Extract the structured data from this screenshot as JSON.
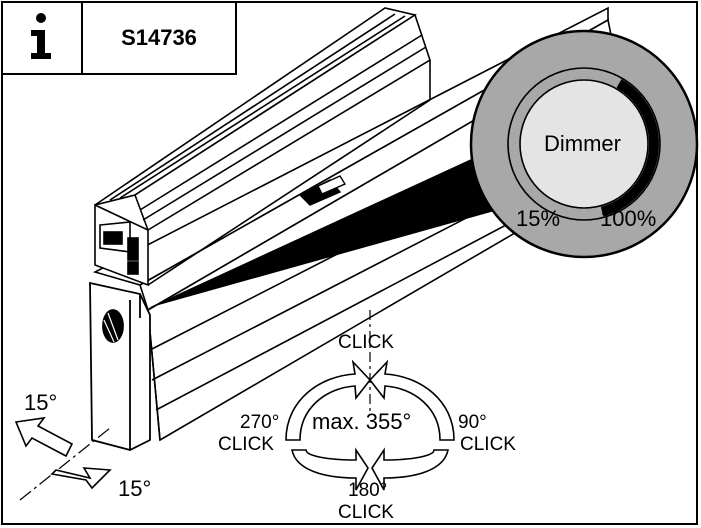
{
  "header": {
    "info_icon": "info-icon",
    "code": "S14736"
  },
  "dimmer": {
    "label": "Dimmer",
    "min": "15%",
    "max": "100%",
    "min_level": 0.15,
    "max_level": 1.0
  },
  "tilt": {
    "top": "15°",
    "bottom": "15°"
  },
  "rotation": {
    "top_click": "CLICK",
    "max": "max. 355°",
    "left_angle": "270°",
    "left_click": "CLICK",
    "right_angle": "90°",
    "right_click": "CLICK",
    "bottom_angle": "180°",
    "bottom_click": "CLICK"
  },
  "colors": {
    "stroke": "#000000",
    "grey": "#a8a8a8",
    "light_grey": "#e4e4e4"
  }
}
